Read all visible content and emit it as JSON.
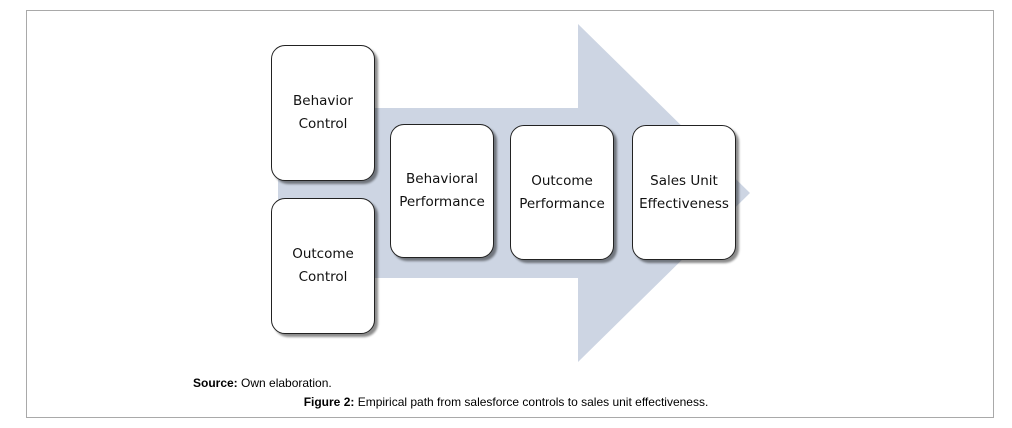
{
  "diagram": {
    "arrow_color": "#cdd5e3",
    "boxes": {
      "behavior_control": "Behavior\nControl",
      "outcome_control": "Outcome\nControl",
      "behavioral_performance": "Behavioral\nPerformance",
      "outcome_performance": "Outcome\nPerformance",
      "sales_unit_effectiveness": "Sales Unit\nEffectiveness"
    }
  },
  "source": {
    "label": "Source:",
    "text": " Own elaboration."
  },
  "caption": {
    "label": "Figure 2:",
    "text": " Empirical path from salesforce controls to sales unit effectiveness."
  }
}
